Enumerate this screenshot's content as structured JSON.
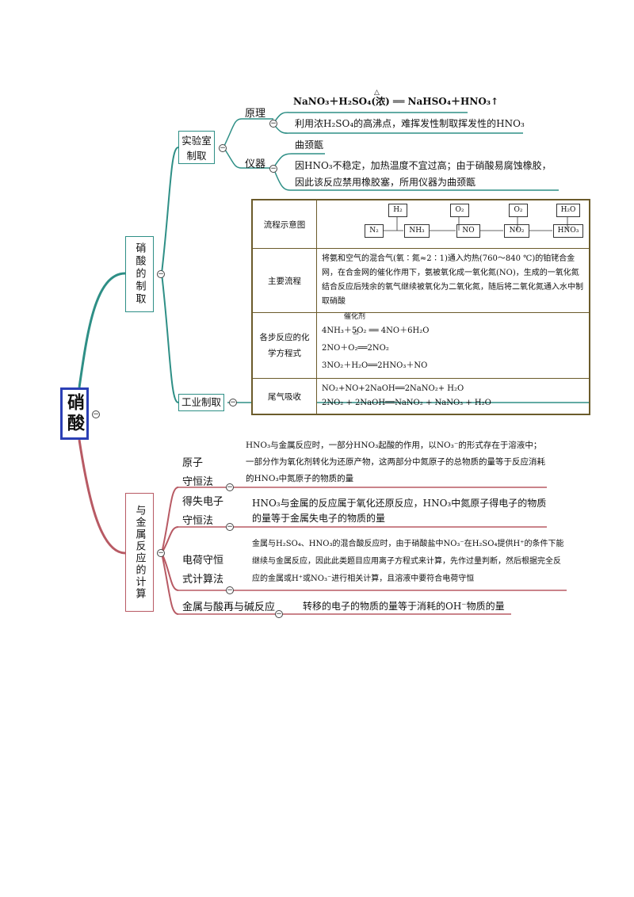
{
  "root": {
    "title": "硝酸"
  },
  "branches": {
    "prep": {
      "label": "硝酸的制取"
    },
    "calc": {
      "label": "与金属反应的计算"
    }
  },
  "lab": {
    "label_line1": "实验室",
    "label_line2": "制取",
    "principle": {
      "label": "原理",
      "reaction": "NaNO₃＋H₂SO₄(浓) ══ NaHSO₄＋HNO₃↑",
      "condition": "△",
      "explain": "利用浓H₂SO₄的高沸点，难挥发性制取挥发性的HNO₃"
    },
    "apparatus": {
      "label": "仪器",
      "item": "曲颈甑",
      "note": "因HNO₃不稳定，加热温度不宜过高；由于硝酸易腐蚀橡胶，因此该反应禁用橡胶塞，所用仪器为曲颈甑"
    }
  },
  "industry": {
    "label": "工业制取",
    "table": {
      "rows": [
        {
          "head": "流程示意图"
        },
        {
          "head": "主要流程",
          "body": "将氨和空气的混合气(氧∶氮≈2∶1)通入灼热(760～840 ℃)的铂铑合金网，在合金网的催化作用下，氨被氧化成一氧化氮(NO)，生成的一氧化氮结合反应后残余的氧气继续被氧化为二氧化氮，随后将二氧化氮通入水中制取硝酸"
        },
        {
          "head": "各步反应的化学方程式",
          "eq1_cat": "催化剂",
          "eq1": "4NH₃＋5O₂ ══ 4NO＋6H₂O",
          "eq1_cond": "△",
          "eq2": "2NO＋O₂══2NO₂",
          "eq3": "3NO₂＋H₂O══2HNO₃＋NO"
        },
        {
          "head": "尾气吸收",
          "eq1": "NO₂+NO+2NaOH══2NaNO₂+ H₂O",
          "eq2": "2NO₂ + 2NaOH══NaNO₂ + NaNO₃ + H₂O"
        }
      ],
      "flow": {
        "top": [
          "H₂",
          "O₂",
          "O₂",
          "H₂O"
        ],
        "bottom": [
          "N₂",
          "NH₃",
          "NO",
          "NO₂",
          "HNO₃"
        ]
      }
    }
  },
  "calc": {
    "atom": {
      "label_line1": "原子",
      "label_line2": "守恒法",
      "text": "HNO₃与金属反应时，一部分HNO₃起酸的作用，以NO₃⁻的形式存在于溶液中；一部分作为氧化剂转化为还原产物，这两部分中氮原子的总物质的量等于反应消耗的HNO₃中氮原子的物质的量"
    },
    "electron": {
      "label_line1": "得失电子",
      "label_line2": "守恒法",
      "text": "HNO₃与金属的反应属于氧化还原反应，HNO₃中氮原子得电子的物质的量等于金属失电子的物质的量"
    },
    "charge": {
      "label_line1": "电荷守恒",
      "label_line2": "式计算法",
      "text": "金属与H₂SO₄、HNO₃的混合酸反应时，由于硝酸盐中NO₃⁻在H₂SO₄提供H⁺的条件下能继续与金属反应，因此此类题目应用离子方程式来计算，先作过量判断，然后根据完全反应的金属或H⁺或NO₃⁻进行相关计算，且溶液中要符合电荷守恒"
    },
    "base": {
      "label": "金属与酸再与碱反应",
      "text": "转移的电子的物质的量等于消耗的OH⁻物质的量"
    }
  },
  "colors": {
    "teal": "#2e8f86",
    "red": "#b85a64",
    "root_border": "#2b3fb5"
  },
  "icons": {
    "collapse": "minus-circle-icon"
  }
}
